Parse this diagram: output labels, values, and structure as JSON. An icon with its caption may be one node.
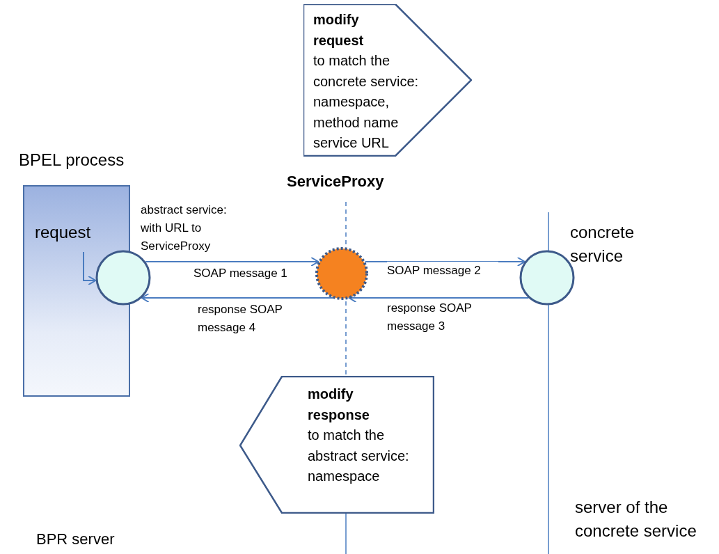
{
  "diagram": {
    "nodes": [
      {
        "text": [
          "BPEL process",
          "request"
        ]
      },
      {
        "text": [],
        "shape": "circle"
      },
      {
        "text": [],
        "shape": "circle"
      },
      {
        "text": [],
        "shape": "circle",
        "beside": [
          "concrete service"
        ]
      },
      {
        "text": [
          "modify request",
          "to match the concrete service: namespace, method name service URL"
        ]
      },
      {
        "text": [
          "modify response",
          "to match the abstract service: namespace"
        ]
      }
    ],
    "edges": [
      {
        "from": 0,
        "to": 1,
        "arrow": "to"
      },
      {
        "from": 1,
        "to": 2,
        "arrow": "to",
        "label": "SOAP message 1"
      },
      {
        "from": 2,
        "to": 3,
        "arrow": "to",
        "label": "SOAP message 2"
      },
      {
        "from": 3,
        "to": 2,
        "arrow": "to",
        "label": "response SOAP message 3"
      },
      {
        "from": 2,
        "to": 1,
        "arrow": "to",
        "label": "response SOAP message 4"
      }
    ],
    "labels": [
      "ServiceProxy",
      "abstract service: with URL to ServiceProxy",
      "BPR server",
      "server of the concrete service"
    ]
  }
}
